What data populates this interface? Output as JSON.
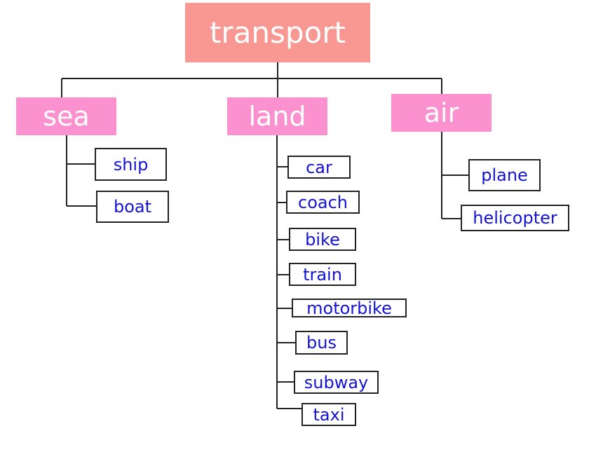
{
  "root": {
    "label": "transport"
  },
  "categories": {
    "sea": {
      "label": "sea",
      "items": [
        "ship",
        "boat"
      ]
    },
    "land": {
      "label": "land",
      "items": [
        "car",
        "coach",
        "bike",
        "train",
        "motorbike",
        "bus",
        "subway",
        "taxi"
      ]
    },
    "air": {
      "label": "air",
      "items": [
        "plane",
        "helicopter"
      ]
    }
  },
  "colors": {
    "root_fill": "#f99792",
    "category_fill": "#fb91cf",
    "leaf_text": "#1414d2",
    "line": "#222222"
  }
}
